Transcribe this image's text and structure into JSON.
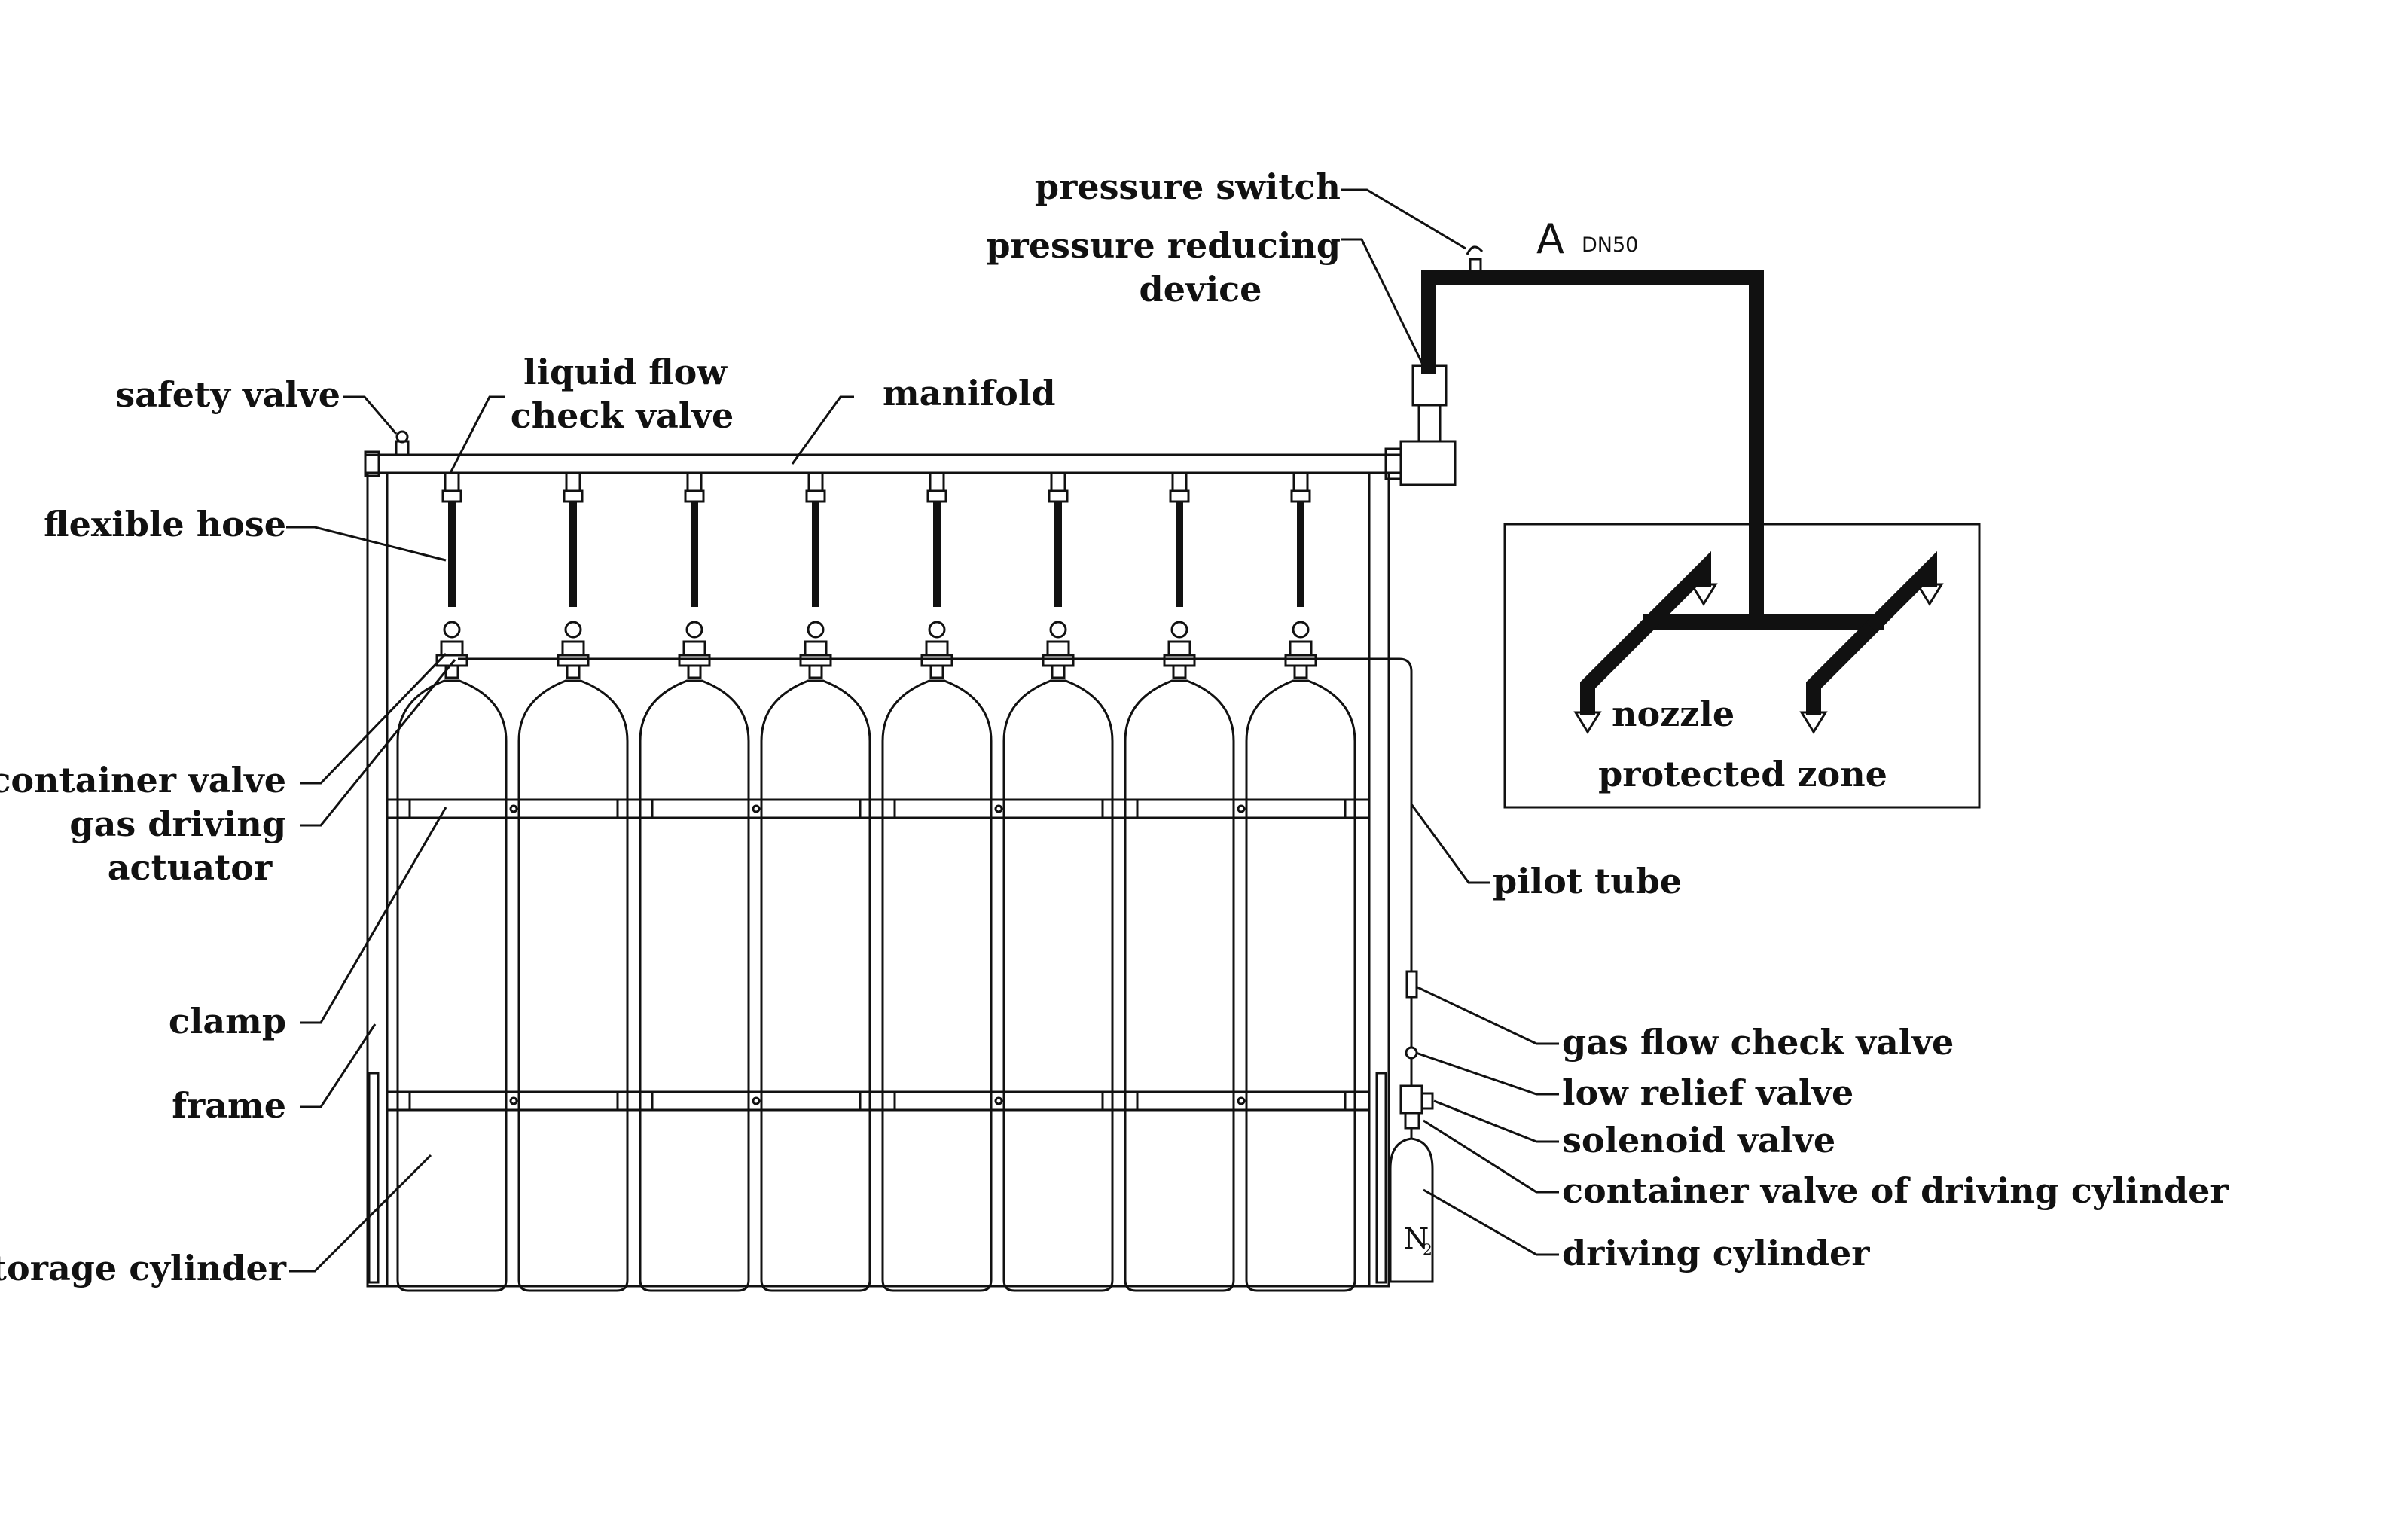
{
  "labels": {
    "pressure_switch": "pressure switch",
    "pressure_reducing_1": "pressure reducing",
    "pressure_reducing_2": "device",
    "safety_valve": "safety valve",
    "liquid_flow_1": "liquid flow",
    "liquid_flow_2": "check valve",
    "manifold": "manifold",
    "flexible_hose": "flexible hose",
    "container_valve": "container valve",
    "gas_driving_1": "gas driving",
    "gas_driving_2": "actuator",
    "clamp": "clamp",
    "frame": "frame",
    "storage_cylinder": "storage cylinder",
    "nozzle": "nozzle",
    "protected_zone": "protected zone",
    "pilot_tube": "pilot tube",
    "gas_flow_check_valve": "gas flow check valve",
    "low_relief_valve": "low relief valve",
    "solenoid_valve": "solenoid valve",
    "container_valve_driving": "container valve of driving cylinder",
    "driving_cylinder": "driving cylinder"
  },
  "pipe_marks": {
    "section": "A",
    "size": "DN50"
  },
  "driving_gas": {
    "symbol": "N",
    "subscript": "2"
  },
  "counts": {
    "storage_cylinders": 8
  }
}
